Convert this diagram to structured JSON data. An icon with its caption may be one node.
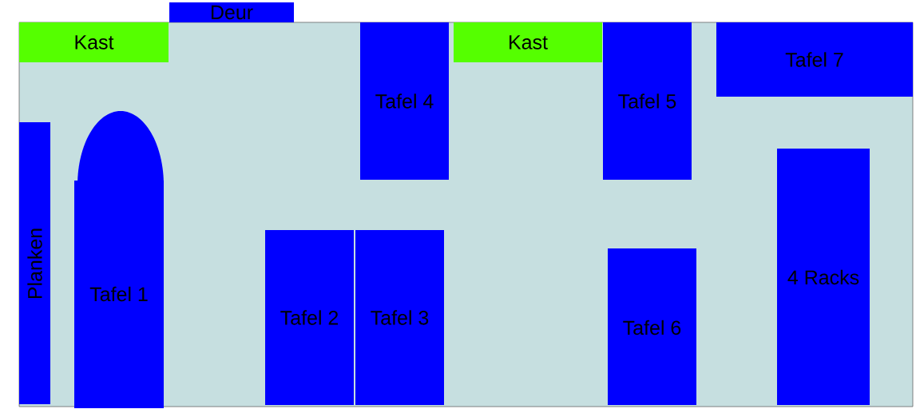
{
  "diagram": {
    "nodes": [
      {
        "text": [
          "Deur"
        ]
      },
      {
        "text": [
          "Kast"
        ]
      },
      {
        "text": [
          "Tafel 4"
        ]
      },
      {
        "text": [
          "Kast"
        ]
      },
      {
        "text": [
          "Tafel 5"
        ]
      },
      {
        "text": [
          "Tafel 7"
        ]
      },
      {
        "text": [
          "Planken"
        ]
      },
      {
        "text": [
          "Tafel 1"
        ]
      },
      {
        "text": [
          "Tafel 2"
        ]
      },
      {
        "text": [
          "Tafel 3"
        ]
      },
      {
        "text": [
          "4 Racks"
        ]
      },
      {
        "text": [
          "Tafel 6"
        ]
      }
    ]
  }
}
